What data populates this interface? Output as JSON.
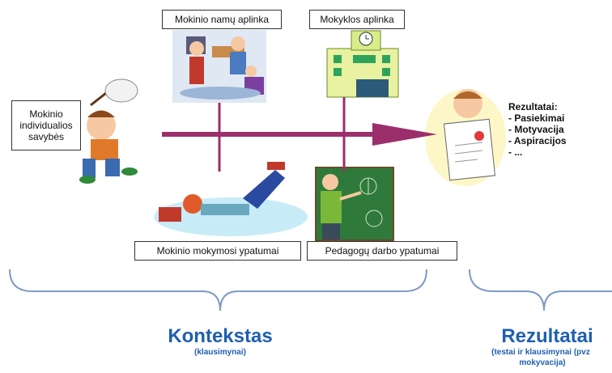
{
  "labels": {
    "home_env": "Mokinio namų aplinka",
    "school_env": "Mokyklos aplinka",
    "individual_traits": [
      "Mokinio",
      "individualios",
      "savybės"
    ],
    "learning_traits": "Mokinio mokymosi ypatumai",
    "teacher_traits": "Pedagogų darbo ypatumai"
  },
  "results": {
    "title": "Rezultatai:",
    "items": [
      "- Pasiekimai",
      "- Motyvacija",
      "- Aspiracijos",
      "- ..."
    ]
  },
  "context": {
    "title": "Kontekstas",
    "subtitle": "(klausimynai)"
  },
  "outcomes": {
    "title": "Rezultatai",
    "subtitle_line1": "(testai ir klausimynai (pvz",
    "subtitle_line2": "mokyvacija)"
  },
  "colors": {
    "arrow": "#9b2f6b",
    "brace": "#7f9bc4",
    "title": "#1f5fb0"
  }
}
